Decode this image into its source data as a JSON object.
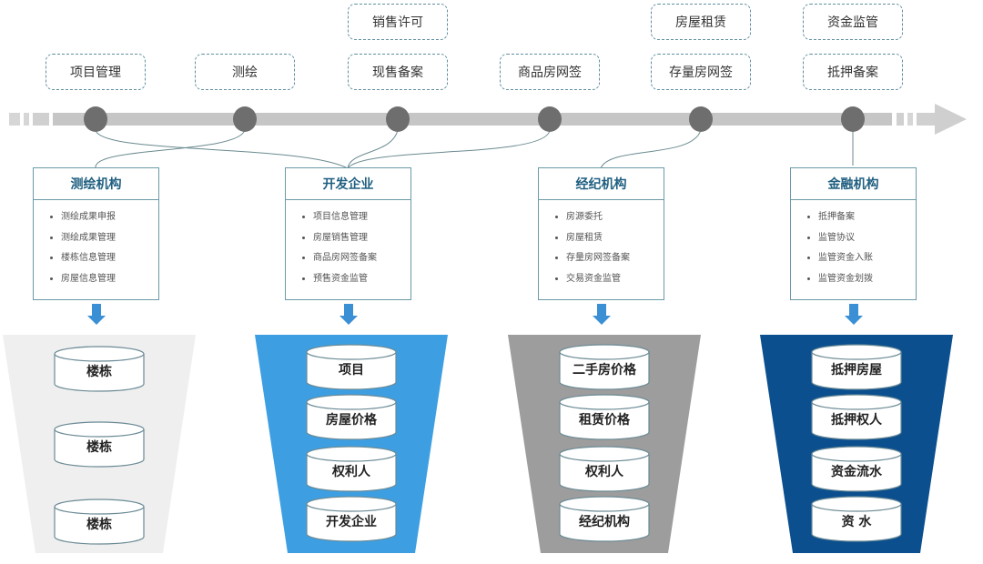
{
  "timeline": {
    "stages": [
      {
        "tags": [
          "项目管理"
        ]
      },
      {
        "tags": [
          "测绘"
        ]
      },
      {
        "tags": [
          "现售备案",
          "销售许可"
        ]
      },
      {
        "tags": [
          "商品房网签"
        ]
      },
      {
        "tags": [
          "存量房网签",
          "房屋租赁"
        ]
      },
      {
        "tags": [
          "抵押备案",
          "资金监管"
        ]
      }
    ]
  },
  "organizations": [
    {
      "title": "测绘机构",
      "items": [
        "测绘成果申报",
        "测绘成果管理",
        "楼栋信息管理",
        "房屋信息管理"
      ],
      "color": "#efefef",
      "data": [
        "楼栋",
        "楼栋",
        "楼栋"
      ]
    },
    {
      "title": "开发企业",
      "items": [
        "项目信息管理",
        "房屋销售管理",
        "商品房网签备案",
        "预售资金监管"
      ],
      "color": "#3d9fe2",
      "data": [
        "项目",
        "房屋价格",
        "权利人",
        "开发企业"
      ]
    },
    {
      "title": "经纪机构",
      "items": [
        "房源委托",
        "房屋租赁",
        "存量房网签备案",
        "交易资金监管"
      ],
      "color": "#9d9d9d",
      "data": [
        "二手房价格",
        "租赁价格",
        "权利人",
        "经纪机构"
      ]
    },
    {
      "title": "金融机构",
      "items": [
        "抵押备案",
        "监管协议",
        "监管资金入账",
        "监管资金划拨"
      ],
      "color": "#0b4f8e",
      "data": [
        "抵押房屋",
        "抵押权人",
        "资金流水",
        "资  水"
      ]
    }
  ]
}
